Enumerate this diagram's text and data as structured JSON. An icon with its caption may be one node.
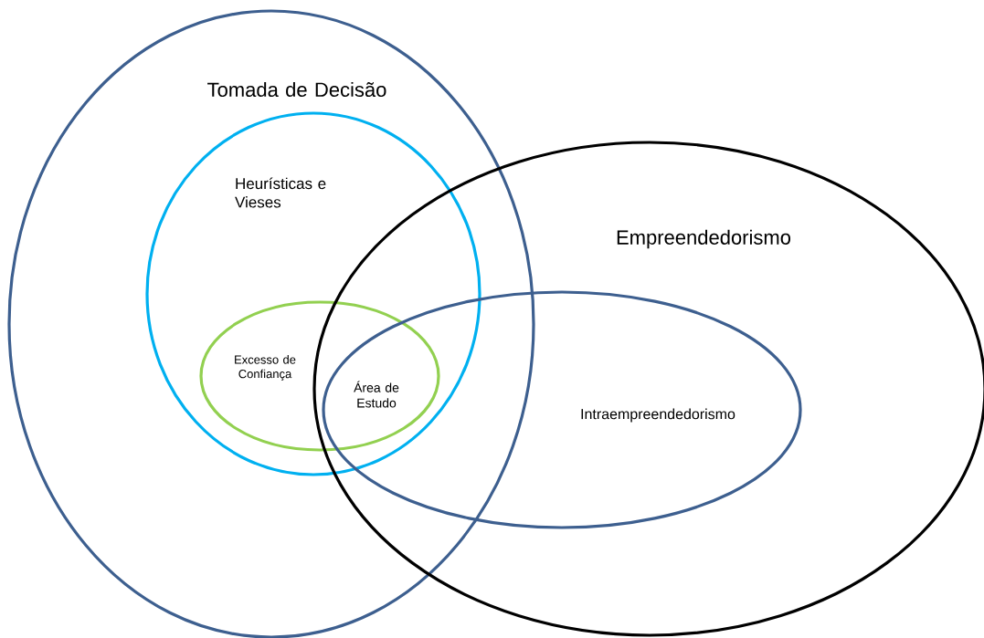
{
  "diagram": {
    "nodes": [
      {
        "text": [
          "Tomada de Decisão"
        ]
      },
      {
        "text": [
          "Heurísticas e Vieses"
        ],
        "in": 0
      },
      {
        "text": [
          "Excesso de Confiança"
        ],
        "in": 1
      },
      {
        "text": [
          "Empreendedorismo"
        ]
      },
      {
        "text": [
          "Intraempreendedorismo"
        ],
        "in": 3
      }
    ],
    "labels": [
      "Área de Estudo"
    ]
  }
}
